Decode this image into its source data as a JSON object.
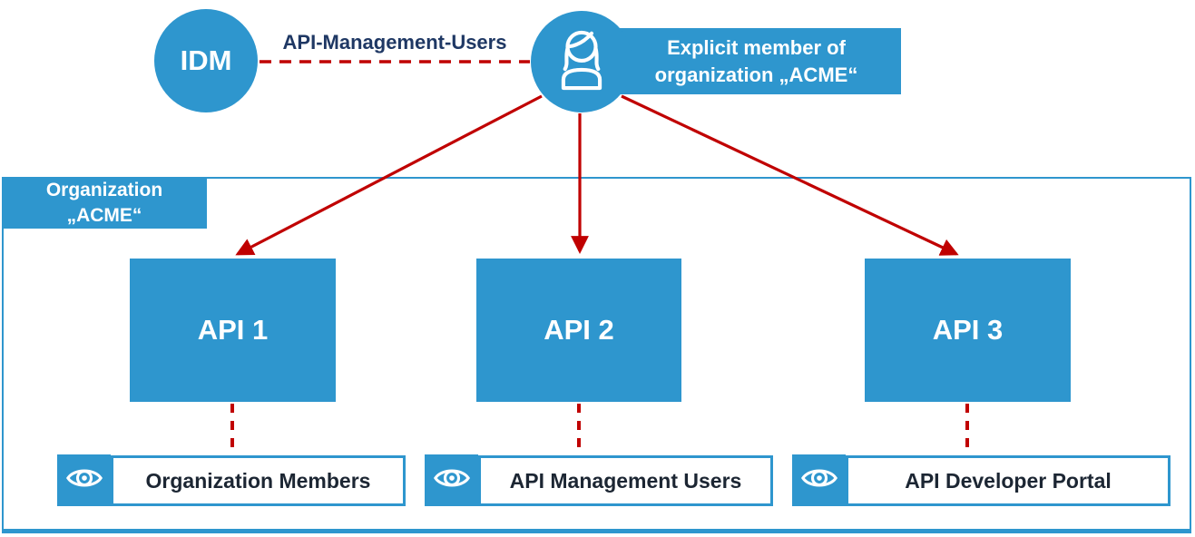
{
  "diagram": {
    "idm_label": "IDM",
    "connection_label": "API-Management-Users",
    "member_badge": {
      "line1": "Explicit member of",
      "line2": "organization „ACME“"
    },
    "organization_label": {
      "line1": "Organization",
      "line2": "„ACME“"
    },
    "api_boxes": [
      {
        "label": "API 1"
      },
      {
        "label": "API 2"
      },
      {
        "label": "API 3"
      }
    ],
    "permission_views": [
      {
        "icon": "eye-icon",
        "label": "Organization Members"
      },
      {
        "icon": "eye-icon",
        "label": "API Management Users"
      },
      {
        "icon": "eye-icon",
        "label": "API Developer Portal"
      }
    ],
    "colors": {
      "blue": "#2E96CE",
      "red": "#C00000",
      "navy_text": "#1F3864",
      "dark_text": "#1C2633",
      "white": "#FFFFFF"
    }
  }
}
